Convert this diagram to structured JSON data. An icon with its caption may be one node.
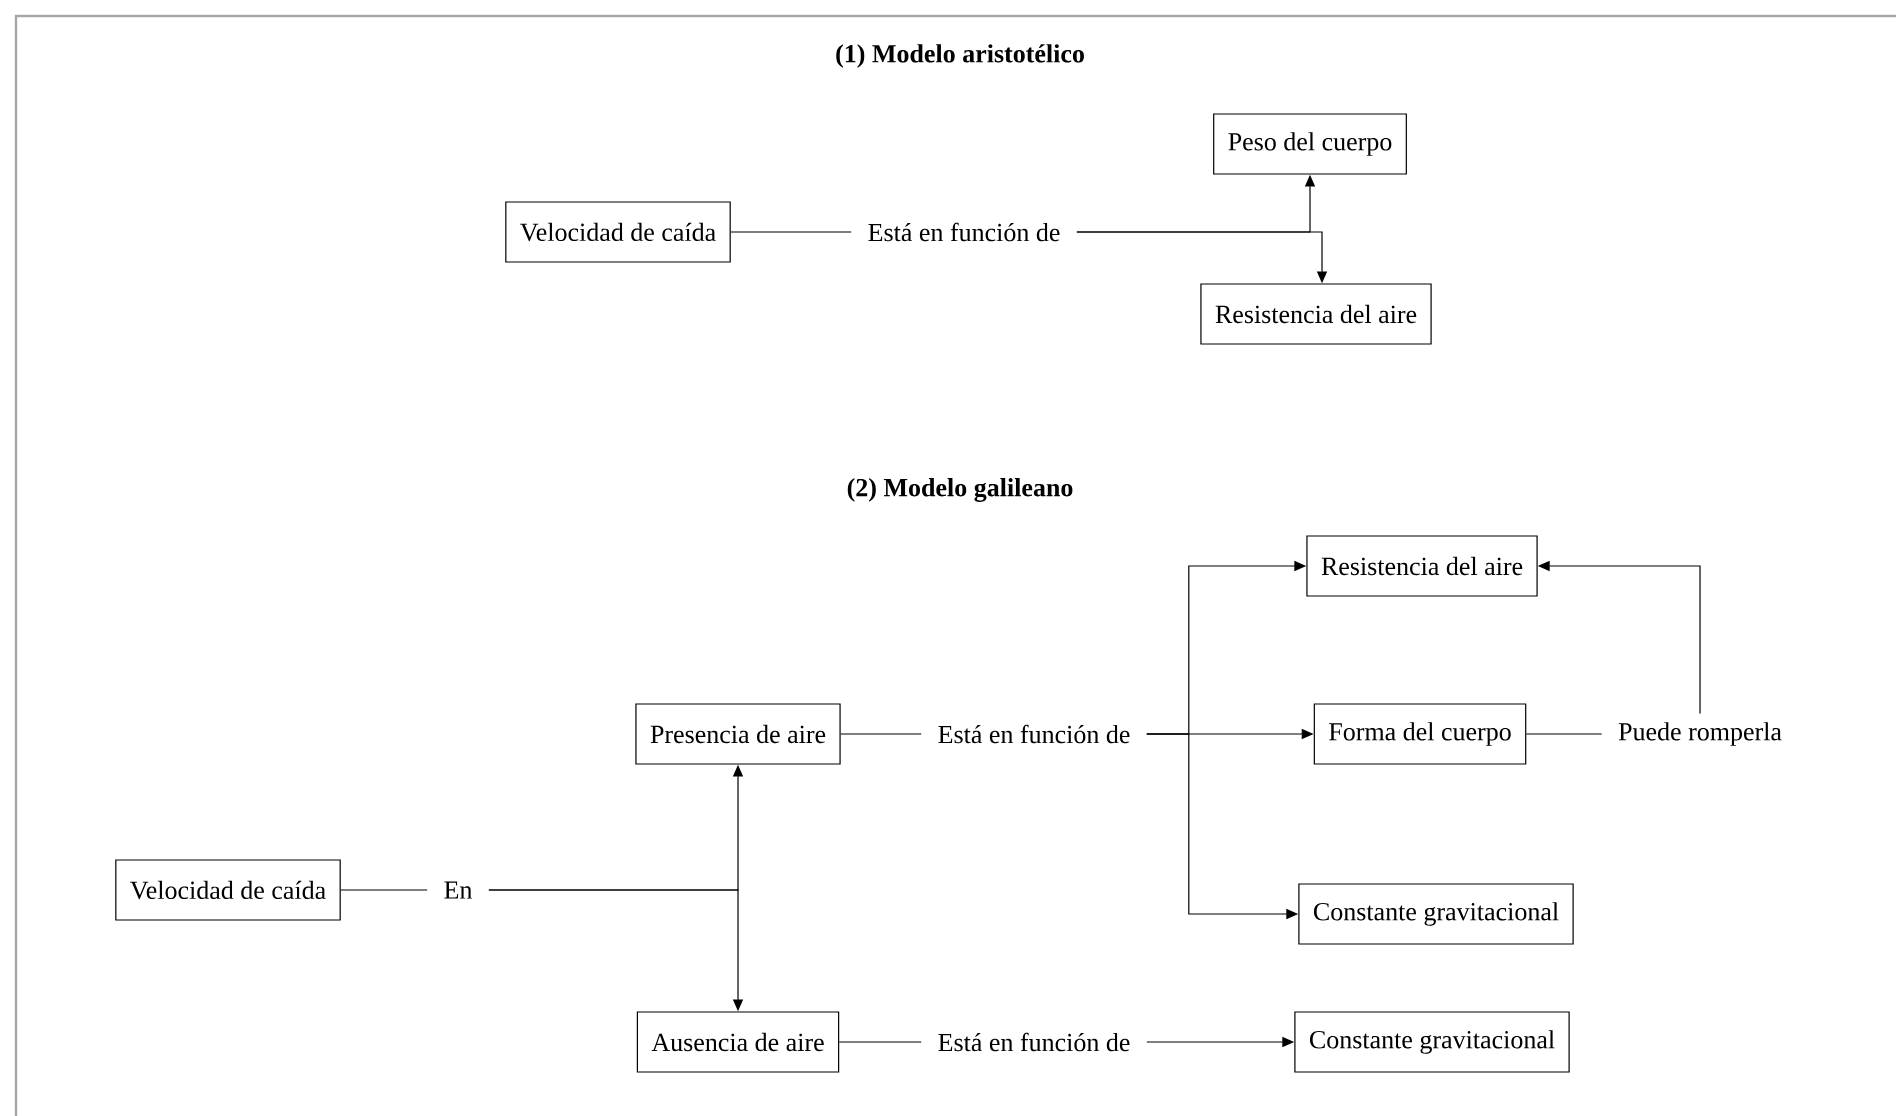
{
  "diagram": {
    "nodes": [
      {
        "text": [
          "Velocidad de caída"
        ]
      },
      {
        "text": [
          "Está en función de"
        ]
      },
      {
        "text": [
          "Peso del cuerpo"
        ]
      },
      {
        "text": [
          "Resistencia del aire"
        ]
      },
      {
        "text": [
          "Velocidad de caída"
        ]
      },
      {
        "text": [
          "En"
        ]
      },
      {
        "text": [
          "Presencia de aire"
        ]
      },
      {
        "text": [
          "Está en función de"
        ]
      },
      {
        "text": [
          "Ausencia de aire"
        ]
      },
      {
        "text": [
          "Está en función de"
        ]
      },
      {
        "text": [
          "Resistencia del aire"
        ]
      },
      {
        "text": [
          "Forma del cuerpo"
        ]
      },
      {
        "text": [
          "Puede romperla"
        ]
      },
      {
        "text": [
          "Constante gravitacional"
        ]
      },
      {
        "text": [
          "Constante gravitacional"
        ]
      }
    ],
    "edges": [
      {
        "from": 0,
        "to": 1,
        "arrow": "none"
      },
      {
        "from": 1,
        "to": 2,
        "arrow": "to"
      },
      {
        "from": 1,
        "to": 3,
        "arrow": "to"
      },
      {
        "from": 4,
        "to": 5,
        "arrow": "none"
      },
      {
        "from": 5,
        "to": 6,
        "arrow": "to"
      },
      {
        "from": 5,
        "to": 8,
        "arrow": "to"
      },
      {
        "from": 6,
        "to": 7,
        "arrow": "none"
      },
      {
        "from": 7,
        "to": 10,
        "arrow": "to"
      },
      {
        "from": 7,
        "to": 11,
        "arrow": "to"
      },
      {
        "from": 7,
        "to": 13,
        "arrow": "to"
      },
      {
        "from": 8,
        "to": 9,
        "arrow": "none"
      },
      {
        "from": 9,
        "to": 14,
        "arrow": "to"
      },
      {
        "from": 11,
        "to": 12,
        "arrow": "none"
      },
      {
        "from": 12,
        "to": 10,
        "arrow": "to"
      }
    ],
    "labels": [
      "(1) Modelo aristotélico",
      "(2) Modelo galileano"
    ]
  }
}
